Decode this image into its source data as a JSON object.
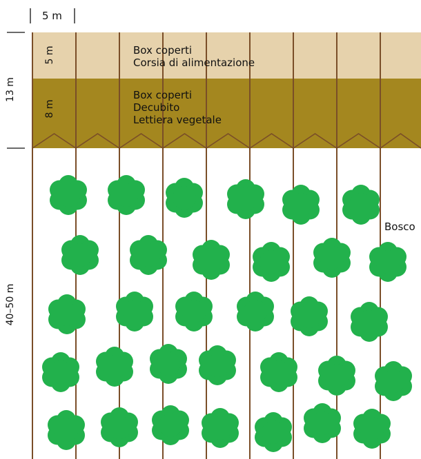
{
  "scale_label": "5 m",
  "dim_top_label": "13 m",
  "dim_bottom_label": "40–50 m",
  "band_light": {
    "width_label": "5 m",
    "lines": [
      "Box coperti",
      "Corsia di alimentazione"
    ]
  },
  "band_dark": {
    "width_label": "8 m",
    "lines": [
      "Box coperti",
      "Decubito",
      "Lettiera vegetale"
    ]
  },
  "area_label": "Bosco",
  "colors": {
    "band_light": "#e6d2ac",
    "band_dark": "#a4871f",
    "fence": "#7a4e28",
    "tree": "#22b14c",
    "dim_line": "#111111"
  },
  "icons": {
    "tree": "tree-icon"
  }
}
